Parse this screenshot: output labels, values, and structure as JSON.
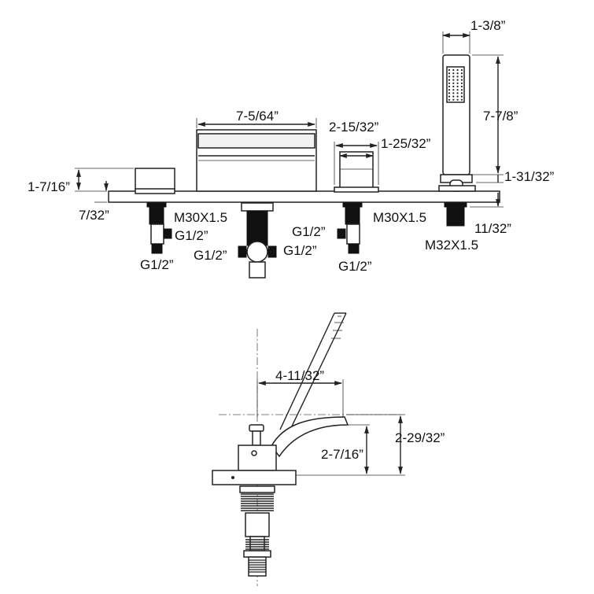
{
  "top_view": {
    "handshower_width": "1-3/8”",
    "handshower_height": "7-7/8”",
    "spout_width": "7-5/64”",
    "handle_spacing": "2-15/32”",
    "handle_width": "1-25/32”",
    "handshower_base_height": "1-31/32”",
    "left_handle_height": "1-7/16”",
    "deck_thickness": "7/32”",
    "shank_left": "M30X1.5",
    "shank_right": "M30X1.5",
    "shank_handshower": "M32X1.5",
    "handshower_shank_len": "11/32”",
    "valve_left_side": "G1/2”",
    "valve_left_bottom": "G1/2”",
    "center_left": "G1/2”",
    "center_right": "G1/2”",
    "valve_right_side": "G1/2”",
    "valve_right_bottom": "G1/2”"
  },
  "side_view": {
    "spout_reach": "4-11/32”",
    "spout_height": "2-7/16”",
    "overall_height": "2-29/32”"
  }
}
